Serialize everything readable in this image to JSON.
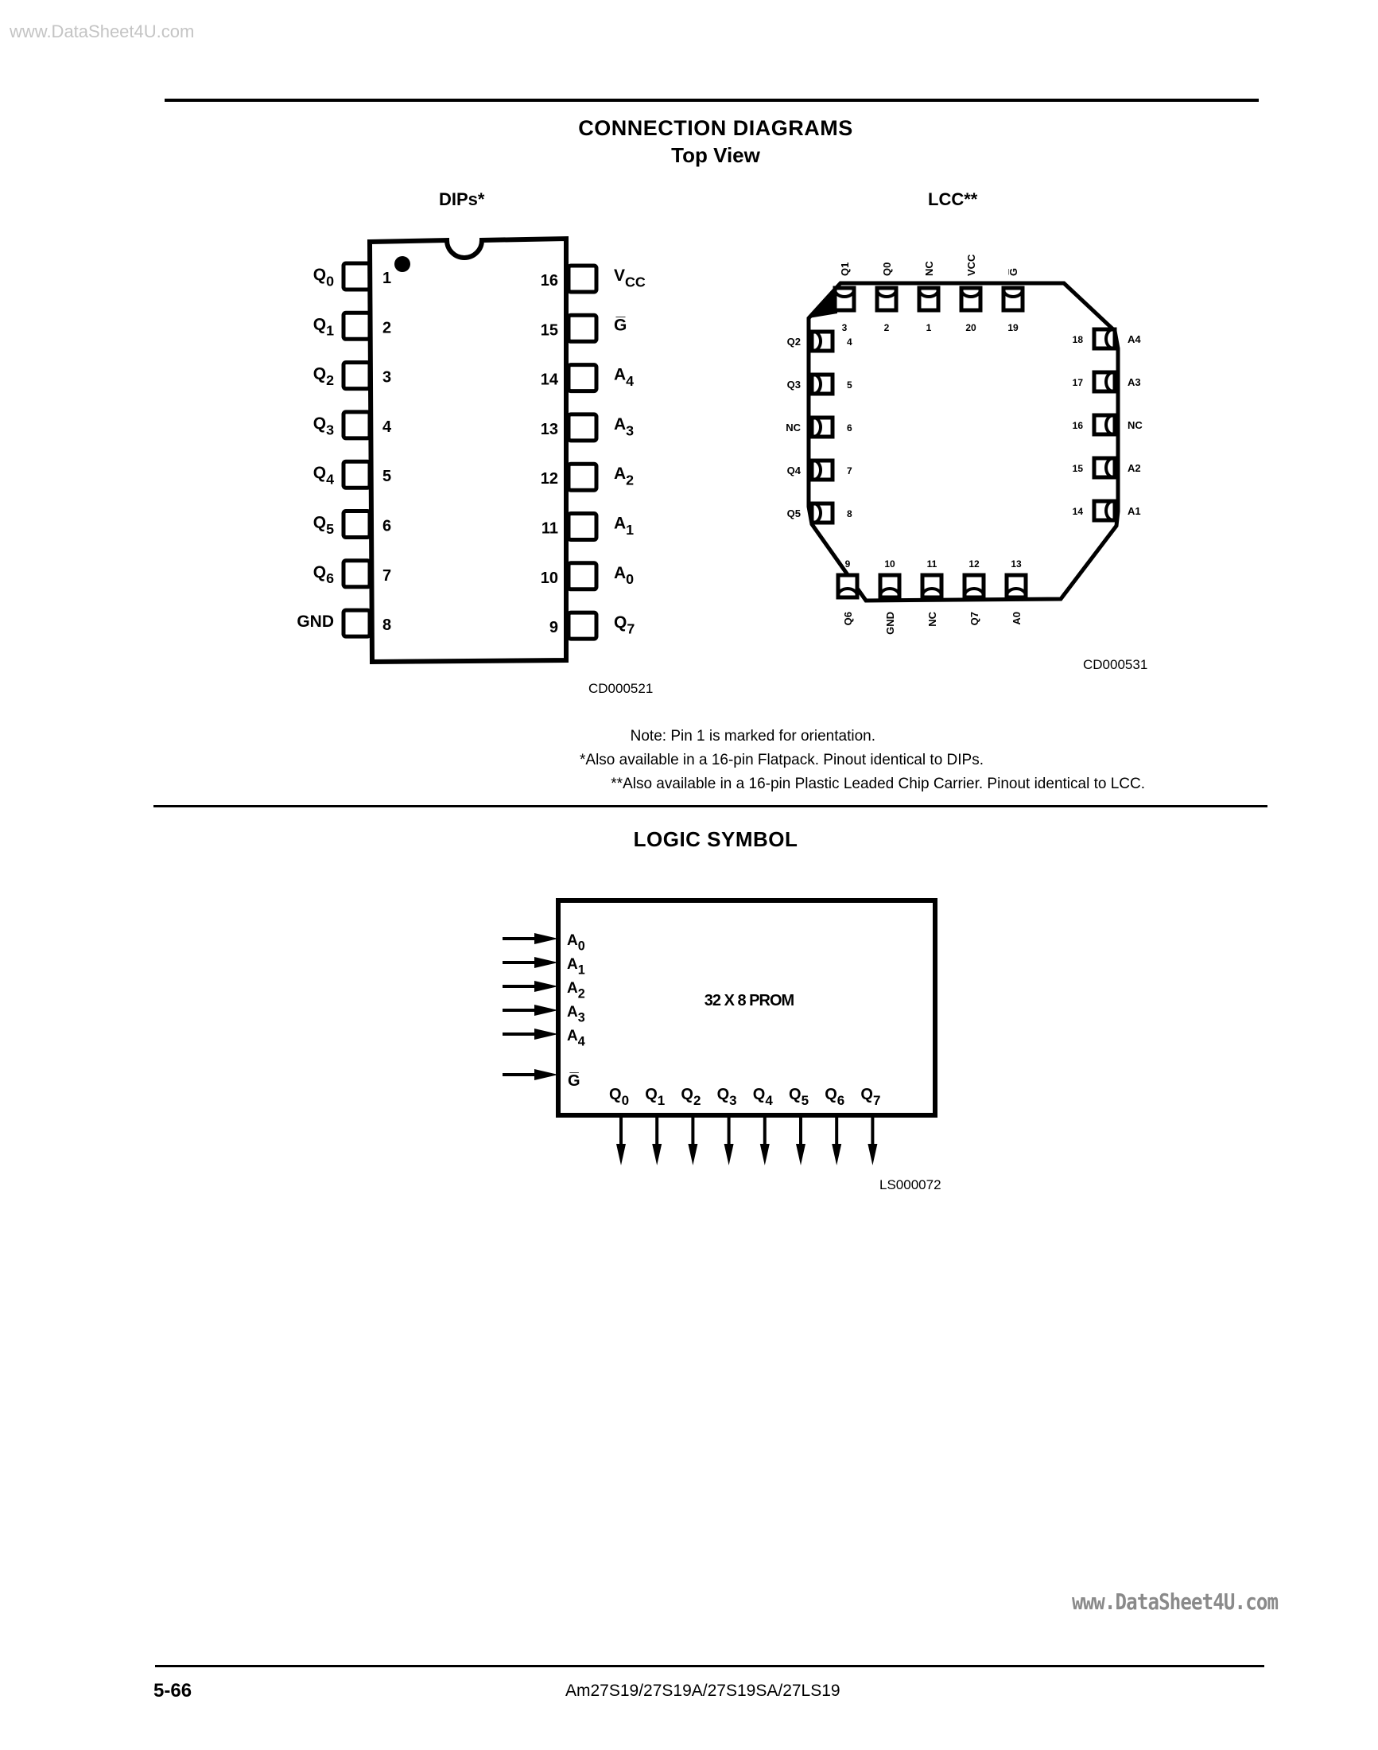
{
  "watermark": {
    "top": "www.DataSheet4U.com",
    "bottom": "www.DataSheet4U.com"
  },
  "connection_diagrams": {
    "title": "CONNECTION DIAGRAMS",
    "subtitle": "Top View",
    "dip": {
      "label": "DIPs*",
      "code": "CD000521",
      "left_pins": [
        {
          "num": "1",
          "name": "Q",
          "sub": "0"
        },
        {
          "num": "2",
          "name": "Q",
          "sub": "1"
        },
        {
          "num": "3",
          "name": "Q",
          "sub": "2"
        },
        {
          "num": "4",
          "name": "Q",
          "sub": "3"
        },
        {
          "num": "5",
          "name": "Q",
          "sub": "4"
        },
        {
          "num": "6",
          "name": "Q",
          "sub": "5"
        },
        {
          "num": "7",
          "name": "Q",
          "sub": "6"
        },
        {
          "num": "8",
          "name": "GND",
          "sub": ""
        }
      ],
      "right_pins": [
        {
          "num": "16",
          "name": "V",
          "sub": "CC"
        },
        {
          "num": "15",
          "name": "G̅",
          "sub": ""
        },
        {
          "num": "14",
          "name": "A",
          "sub": "4"
        },
        {
          "num": "13",
          "name": "A",
          "sub": "3"
        },
        {
          "num": "12",
          "name": "A",
          "sub": "2"
        },
        {
          "num": "11",
          "name": "A",
          "sub": "1"
        },
        {
          "num": "10",
          "name": "A",
          "sub": "0"
        },
        {
          "num": "9",
          "name": "Q",
          "sub": "7"
        }
      ]
    },
    "lcc": {
      "label": "LCC**",
      "code": "CD000531",
      "top_pins": [
        {
          "num": "3",
          "name": "Q1"
        },
        {
          "num": "2",
          "name": "Q0"
        },
        {
          "num": "1",
          "name": "NC"
        },
        {
          "num": "20",
          "name": "VCC"
        },
        {
          "num": "19",
          "name": "G̅"
        }
      ],
      "left_pins": [
        {
          "num": "4",
          "name": "Q2"
        },
        {
          "num": "5",
          "name": "Q3"
        },
        {
          "num": "6",
          "name": "NC"
        },
        {
          "num": "7",
          "name": "Q4"
        },
        {
          "num": "8",
          "name": "Q5"
        }
      ],
      "right_pins": [
        {
          "num": "18",
          "name": "A4"
        },
        {
          "num": "17",
          "name": "A3"
        },
        {
          "num": "16",
          "name": "NC"
        },
        {
          "num": "15",
          "name": "A2"
        },
        {
          "num": "14",
          "name": "A1"
        }
      ],
      "bottom_pins": [
        {
          "num": "9",
          "name": "Q6"
        },
        {
          "num": "10",
          "name": "GND"
        },
        {
          "num": "11",
          "name": "NC"
        },
        {
          "num": "12",
          "name": "Q7"
        },
        {
          "num": "13",
          "name": "A0"
        }
      ]
    },
    "notes": [
      "Note: Pin 1 is marked for orientation.",
      "*Also available in a 16-pin Flatpack. Pinout identical to DIPs.",
      "**Also available in a 16-pin Plastic Leaded Chip Carrier. Pinout identical to LCC."
    ]
  },
  "logic_symbol": {
    "title": "LOGIC SYMBOL",
    "block_label": "32 X 8 PROM",
    "inputs": [
      {
        "name": "A",
        "sub": "0"
      },
      {
        "name": "A",
        "sub": "1"
      },
      {
        "name": "A",
        "sub": "2"
      },
      {
        "name": "A",
        "sub": "3"
      },
      {
        "name": "A",
        "sub": "4"
      }
    ],
    "enable": "G̅",
    "outputs": [
      {
        "name": "Q",
        "sub": "0"
      },
      {
        "name": "Q",
        "sub": "1"
      },
      {
        "name": "Q",
        "sub": "2"
      },
      {
        "name": "Q",
        "sub": "3"
      },
      {
        "name": "Q",
        "sub": "4"
      },
      {
        "name": "Q",
        "sub": "5"
      },
      {
        "name": "Q",
        "sub": "6"
      },
      {
        "name": "Q",
        "sub": "7"
      }
    ],
    "code": "LS000072"
  },
  "footer": {
    "page_number": "5-66",
    "part_number": "Am27S19/27S19A/27S19SA/27LS19"
  }
}
